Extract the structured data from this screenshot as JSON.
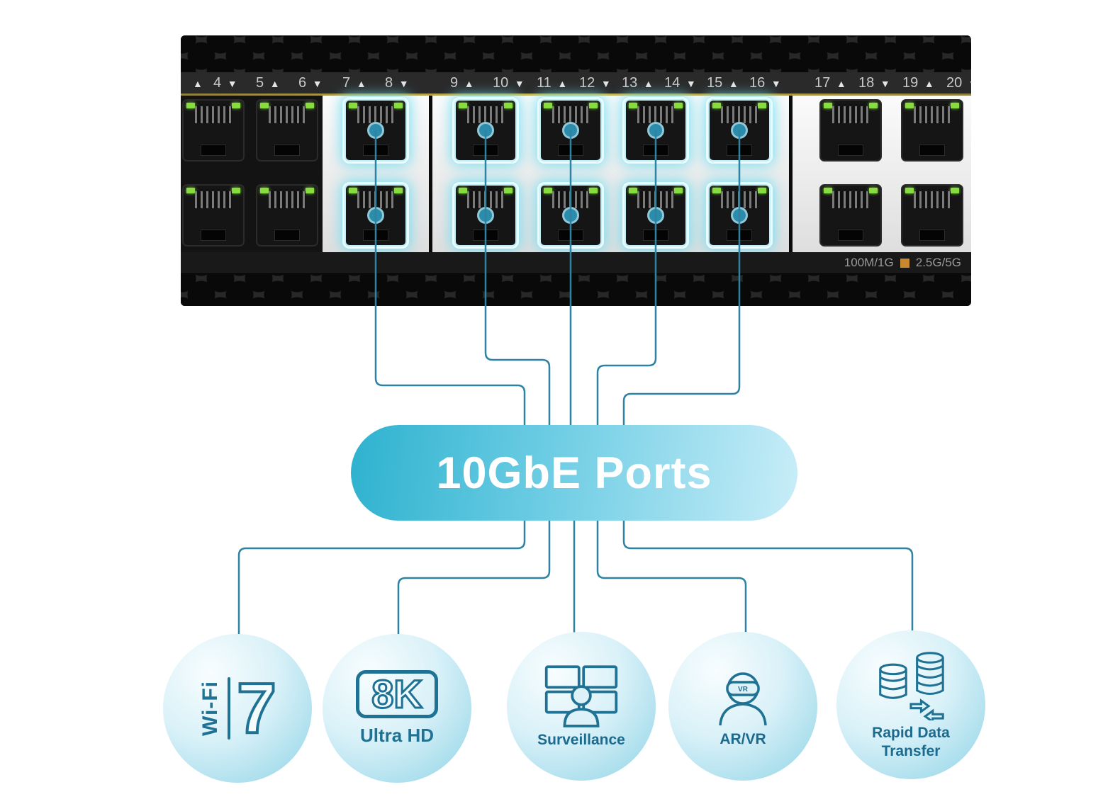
{
  "switch": {
    "port_numbers": [
      {
        "n": "",
        "d": "up"
      },
      {
        "n": "4",
        "d": "down"
      },
      {
        "n": "5",
        "d": "up"
      },
      {
        "n": "6",
        "d": "down"
      },
      {
        "n": "7",
        "d": "up"
      },
      {
        "n": "8",
        "d": "down"
      },
      {
        "n": "9",
        "d": "up"
      },
      {
        "n": "10",
        "d": "down"
      },
      {
        "n": "11",
        "d": "up"
      },
      {
        "n": "12",
        "d": "down"
      },
      {
        "n": "13",
        "d": "up"
      },
      {
        "n": "14",
        "d": "down"
      },
      {
        "n": "15",
        "d": "up"
      },
      {
        "n": "16",
        "d": "down"
      },
      {
        "n": "17",
        "d": "up"
      },
      {
        "n": "18",
        "d": "down"
      },
      {
        "n": "19",
        "d": "up"
      },
      {
        "n": "20",
        "d": "down"
      }
    ],
    "ten_gig_ports": [
      7,
      8,
      9,
      10,
      11,
      12,
      13,
      14,
      15,
      16
    ],
    "legend": {
      "left": "100M/1G",
      "right": "2.5G/5G"
    }
  },
  "banner": {
    "label": "10GbE Ports"
  },
  "circles": [
    {
      "vertical_text": "Wi-Fi",
      "big_text": "7"
    },
    {
      "big_text": "8K",
      "label": "Ultra HD"
    },
    {
      "label": "Surveillance"
    },
    {
      "label": "AR/VR",
      "goggles_text": "VR"
    },
    {
      "label": "Rapid Data Transfer"
    }
  ],
  "colors": {
    "glow": "#7fe0f2",
    "connector_line": "#2e82a2",
    "pill_start": "#2eb2cf",
    "pill_end": "#c8edf8",
    "led_green": "#87dd3f",
    "legend_orange": "#c9872e",
    "icon_teal": "#1f7293"
  }
}
